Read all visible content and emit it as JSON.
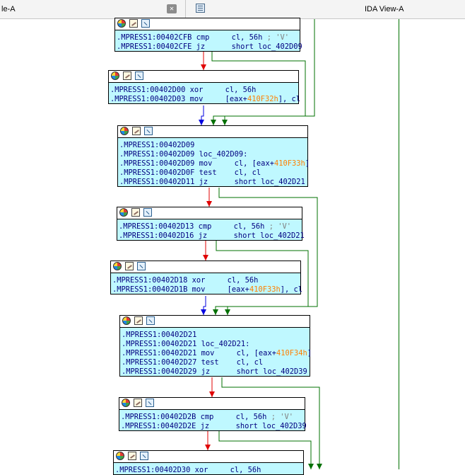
{
  "tabs": [
    {
      "label": "le-A"
    },
    {
      "label": "IDA View-A"
    }
  ],
  "nodes": [
    {
      "id": "n1",
      "lines": [
        ".MPRESS1:00402CFB cmp     cl, 56h ; 'V'",
        ".MPRESS1:00402CFE jz      short loc_402D09"
      ]
    },
    {
      "id": "n2",
      "lines": [
        ".MPRESS1:00402D00 xor     cl, 56h",
        ".MPRESS1:00402D03 mov     [eax+410F32h], cl"
      ]
    },
    {
      "id": "n3",
      "lines": [
        ".MPRESS1:00402D09",
        ".MPRESS1:00402D09 loc_402D09:",
        ".MPRESS1:00402D09 mov     cl, [eax+410F33h]",
        ".MPRESS1:00402D0F test    cl, cl",
        ".MPRESS1:00402D11 jz      short loc_402D21"
      ]
    },
    {
      "id": "n4",
      "lines": [
        ".MPRESS1:00402D13 cmp     cl, 56h ; 'V'",
        ".MPRESS1:00402D16 jz      short loc_402D21"
      ]
    },
    {
      "id": "n5",
      "lines": [
        ".MPRESS1:00402D18 xor     cl, 56h",
        ".MPRESS1:00402D1B mov     [eax+410F33h], cl"
      ]
    },
    {
      "id": "n6",
      "lines": [
        ".MPRESS1:00402D21",
        ".MPRESS1:00402D21 loc_402D21:",
        ".MPRESS1:00402D21 mov     cl, [eax+410F34h]",
        ".MPRESS1:00402D27 test    cl, cl",
        ".MPRESS1:00402D29 jz      short loc_402D39"
      ]
    },
    {
      "id": "n7",
      "lines": [
        ".MPRESS1:00402D2B cmp     cl, 56h ; 'V'",
        ".MPRESS1:00402D2E jz      short loc_402D39"
      ]
    },
    {
      "id": "n8",
      "lines": [
        ".MPRESS1:00402D30 xor     cl, 56h"
      ]
    }
  ],
  "colors": {
    "node_bg": "#bff8ff",
    "addr": "#000080",
    "immediate": "#ff8000",
    "edge_true": "#007000",
    "edge_false": "#e00000",
    "edge_uncond": "#0000e0"
  }
}
